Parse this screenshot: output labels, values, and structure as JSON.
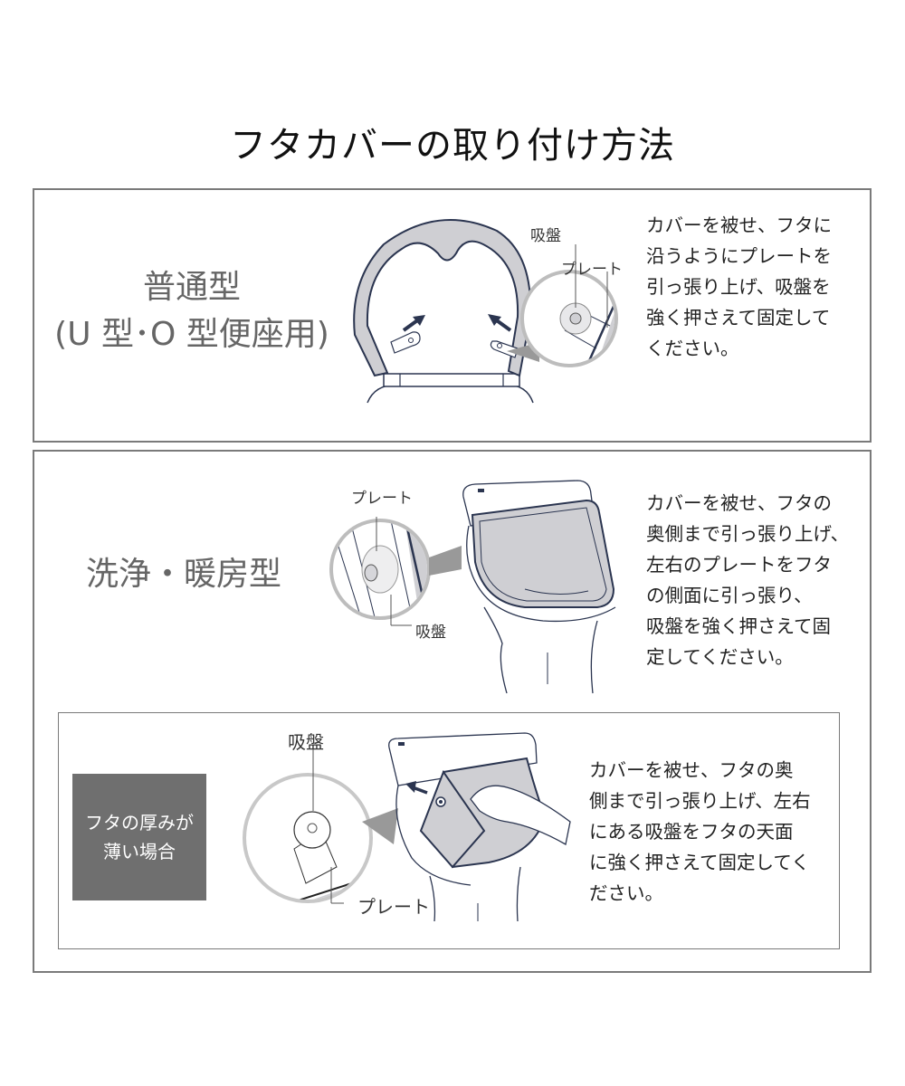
{
  "title": "フタカバーの取り付け方法",
  "colors": {
    "navy": "#2b3550",
    "cover_gray": "#cfcfd3",
    "border_gray": "#7a7a7a",
    "label_gray": "#666666",
    "badge_bg": "#6f6f6f"
  },
  "sections": [
    {
      "type_label_line1": "普通型",
      "type_label_line2": "(U 型･O 型便座用)",
      "callouts": {
        "suction": "吸盤",
        "plate": "プレート"
      },
      "instructions": "カバーを被せ、フタに\n沿うようにプレートを\n引っ張り上げ、吸盤を\n強く押さえて固定して\nください。"
    },
    {
      "type_label": "洗浄・暖房型",
      "callouts": {
        "plate": "プレート",
        "suction": "吸盤"
      },
      "instructions": "カバーを被せ、フタの\n奥側まで引っ張り上げ、\n左右のプレートをフタ\nの側面に引っ張り、\n吸盤を強く押さえて固\n定してください。",
      "subsection": {
        "badge": "フタの厚みが\n薄い場合",
        "callouts": {
          "suction": "吸盤",
          "plate": "プレート"
        },
        "instructions": "カバーを被せ、フタの奥\n側まで引っ張り上げ、左右\nにある吸盤をフタの天面\nに強く押さえて固定してく\nださい。"
      }
    }
  ]
}
